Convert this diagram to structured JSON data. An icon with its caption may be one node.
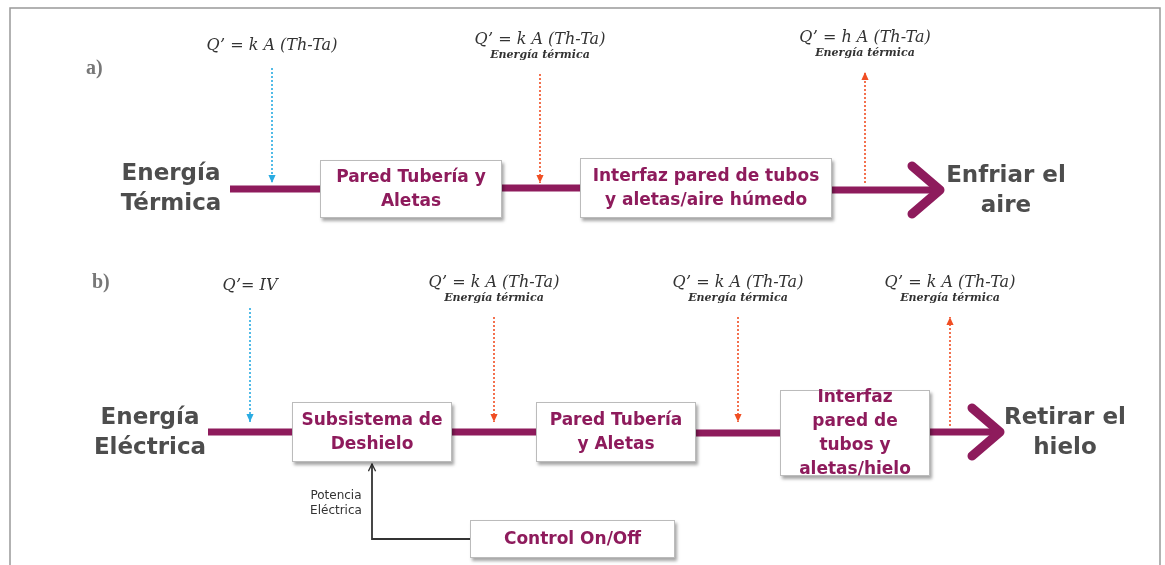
{
  "diagram": {
    "nodes": [
      {
        "text": [
          "Q’ = k A (Th-Ta)"
        ]
      },
      {
        "text": [
          "Q’ = k A (Th-Ta)",
          "Energía térmica"
        ]
      },
      {
        "text": [
          "Q’ = h A (Th-Ta)",
          "Energía térmica"
        ]
      },
      {
        "text": [
          "Energía Térmica"
        ]
      },
      {
        "text": [
          "Pared Tubería y Aletas"
        ]
      },
      {
        "text": [
          "Interfaz pared de tubos y aletas/aire húmedo"
        ]
      },
      {
        "text": [
          "Enfriar el aire"
        ]
      },
      {
        "text": [
          "Q’= IV"
        ]
      },
      {
        "text": [
          "Q’ = k A (Th-Ta)",
          "Energía térmica"
        ]
      },
      {
        "text": [
          "Q’ = k A (Th-Ta)",
          "Energía térmica"
        ]
      },
      {
        "text": [
          "Q’ = k A (Th-Ta)",
          "Energía térmica"
        ]
      },
      {
        "text": [
          "Energía Eléctrica"
        ]
      },
      {
        "text": [
          "Subsistema de Deshielo"
        ]
      },
      {
        "text": [
          "Pared Tubería y Aletas"
        ]
      },
      {
        "text": [
          "Interfaz pared de tubos y aletas/hielo"
        ]
      },
      {
        "text": [
          "Retirar el hielo"
        ]
      },
      {
        "text": [
          "Control On/Off"
        ]
      }
    ],
    "edges": [
      {
        "from": 3,
        "to": 4,
        "arrow": "none",
        "style": "thick"
      },
      {
        "from": 4,
        "to": 5,
        "arrow": "none",
        "style": "thick"
      },
      {
        "from": 5,
        "to": 6,
        "arrow": "to",
        "style": "thick"
      },
      {
        "from": 0,
        "to": null,
        "arrow": "to",
        "style": "dashed",
        "color": "#29abe2"
      },
      {
        "from": 1,
        "to": null,
        "arrow": "to",
        "style": "dashed",
        "color": "#f04e23"
      },
      {
        "from": null,
        "to": 2,
        "arrow": "to",
        "style": "dashed",
        "color": "#f04e23"
      },
      {
        "from": 11,
        "to": 12,
        "arrow": "none",
        "style": "thick"
      },
      {
        "from": 12,
        "to": 13,
        "arrow": "none",
        "style": "thick"
      },
      {
        "from": 13,
        "to": 14,
        "arrow": "none",
        "style": "thick"
      },
      {
        "from": 14,
        "to": 15,
        "arrow": "to",
        "style": "thick"
      },
      {
        "from": 7,
        "to": null,
        "arrow": "to",
        "style": "dashed",
        "color": "#29abe2"
      },
      {
        "from": 8,
        "to": null,
        "arrow": "to",
        "style": "dashed",
        "color": "#f04e23"
      },
      {
        "from": 9,
        "to": null,
        "arrow": "to",
        "style": "dashed",
        "color": "#f04e23"
      },
      {
        "from": null,
        "to": 10,
        "arrow": "to",
        "style": "dashed",
        "color": "#f04e23"
      },
      {
        "from": 16,
        "to": 12,
        "arrow": "to",
        "label": "Potencia Eléctrica",
        "color": "#333333"
      }
    ],
    "labels": [
      "a)",
      "b)"
    ]
  }
}
